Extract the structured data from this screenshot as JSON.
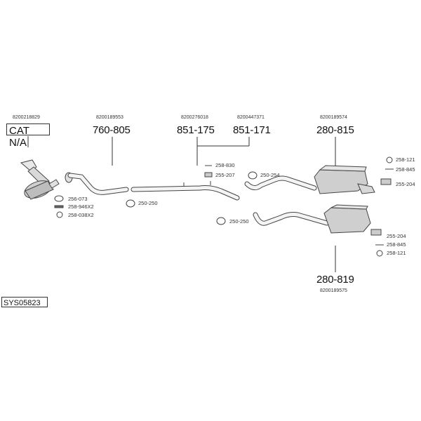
{
  "parts": {
    "cat": {
      "oe": "8200218829",
      "code": "CAT N/A"
    },
    "downpipe": {
      "oe": "8200189553",
      "code": "760-805"
    },
    "mid1": {
      "oe": "8200276018",
      "code": "851-175"
    },
    "mid2": {
      "oe": "8200447371",
      "code": "851-171"
    },
    "rear_top": {
      "oe": "8200189574",
      "code": "280-815"
    },
    "rear_bottom": {
      "oe": "8200189575",
      "code": "280-819"
    }
  },
  "accessories": {
    "a256_073": "256-073",
    "a258_946": "258-946X2",
    "a258_038": "258-038X2",
    "a250_250_a": "250-250",
    "a258_830": "258-830",
    "a255_207": "255-207",
    "a250_254": "250-254",
    "a250_250_b": "250-250",
    "r258_121_top": "258-121",
    "r258_845_top": "258-845",
    "r255_204_top": "255-204",
    "r255_204_bot": "255-204",
    "r258_845_bot": "258-845",
    "r258_121_bot": "258-121"
  },
  "system_code": "SYS05823"
}
